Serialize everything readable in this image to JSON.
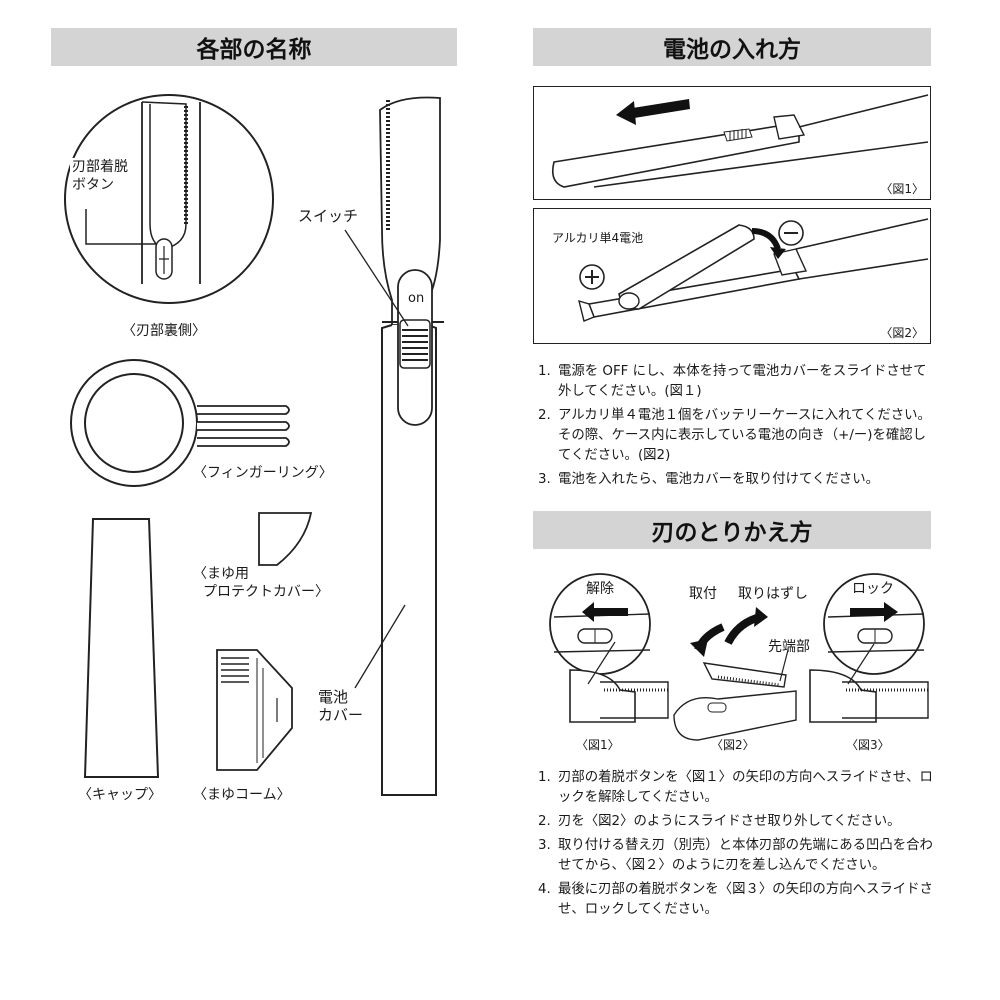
{
  "headers": {
    "parts": "各部の名称",
    "battery": "電池の入れ方",
    "blade": "刃のとりかえ方"
  },
  "parts_labels": {
    "blade_release_button": [
      "刃部着脱",
      "ボタン"
    ],
    "blade_back": "〈刃部裏側〉",
    "switch": "スイッチ",
    "switch_on": "on",
    "finger_ring": "〈フィンガーリング〉",
    "brow_cover": [
      "〈まゆ用",
      "プロテクトカバー〉"
    ],
    "battery_cover": [
      "電池",
      "カバー"
    ],
    "cap": "〈キャップ〉",
    "brow_comb": "〈まゆコーム〉"
  },
  "battery": {
    "fig1_caption": "〈図1〉",
    "fig2_caption": "〈図2〉",
    "battery_label": "アルカリ単4電池",
    "plus": "+",
    "minus": "−",
    "steps": [
      {
        "num": "1.",
        "text": "電源を OFF にし、本体を持って電池カバーをスライドさせて外してください。(図１)"
      },
      {
        "num": "2.",
        "text": "アルカリ単４電池１個をバッテリーケースに入れてください。その際、ケース内に表示している電池の向き（+/ー)を確認してください。(図2)"
      },
      {
        "num": "3.",
        "text": "電池を入れたら、電池カバーを取り付けてください。"
      }
    ]
  },
  "blade": {
    "release": "解除",
    "attach": "取付",
    "detach": "取りはずし",
    "lock": "ロック",
    "tip": "先端部",
    "fig1_caption": "〈図1〉",
    "fig2_caption": "〈図2〉",
    "fig3_caption": "〈図3〉",
    "steps": [
      {
        "num": "1.",
        "text": "刃部の着脱ボタンを〈図１〉の矢印の方向へスライドさせ、ロックを解除してください。"
      },
      {
        "num": "2.",
        "text": "刃を〈図2〉のようにスライドさせ取り外してください。"
      },
      {
        "num": "3.",
        "text": "取り付ける替え刃（別売）と本体刃部の先端にある凹凸を合わせてから、〈図２〉のように刃を差し込んでください。"
      },
      {
        "num": "4.",
        "text": "最後に刃部の着脱ボタンを〈図３〉の矢印の方向へスライドさせ、ロックしてください。"
      }
    ]
  }
}
